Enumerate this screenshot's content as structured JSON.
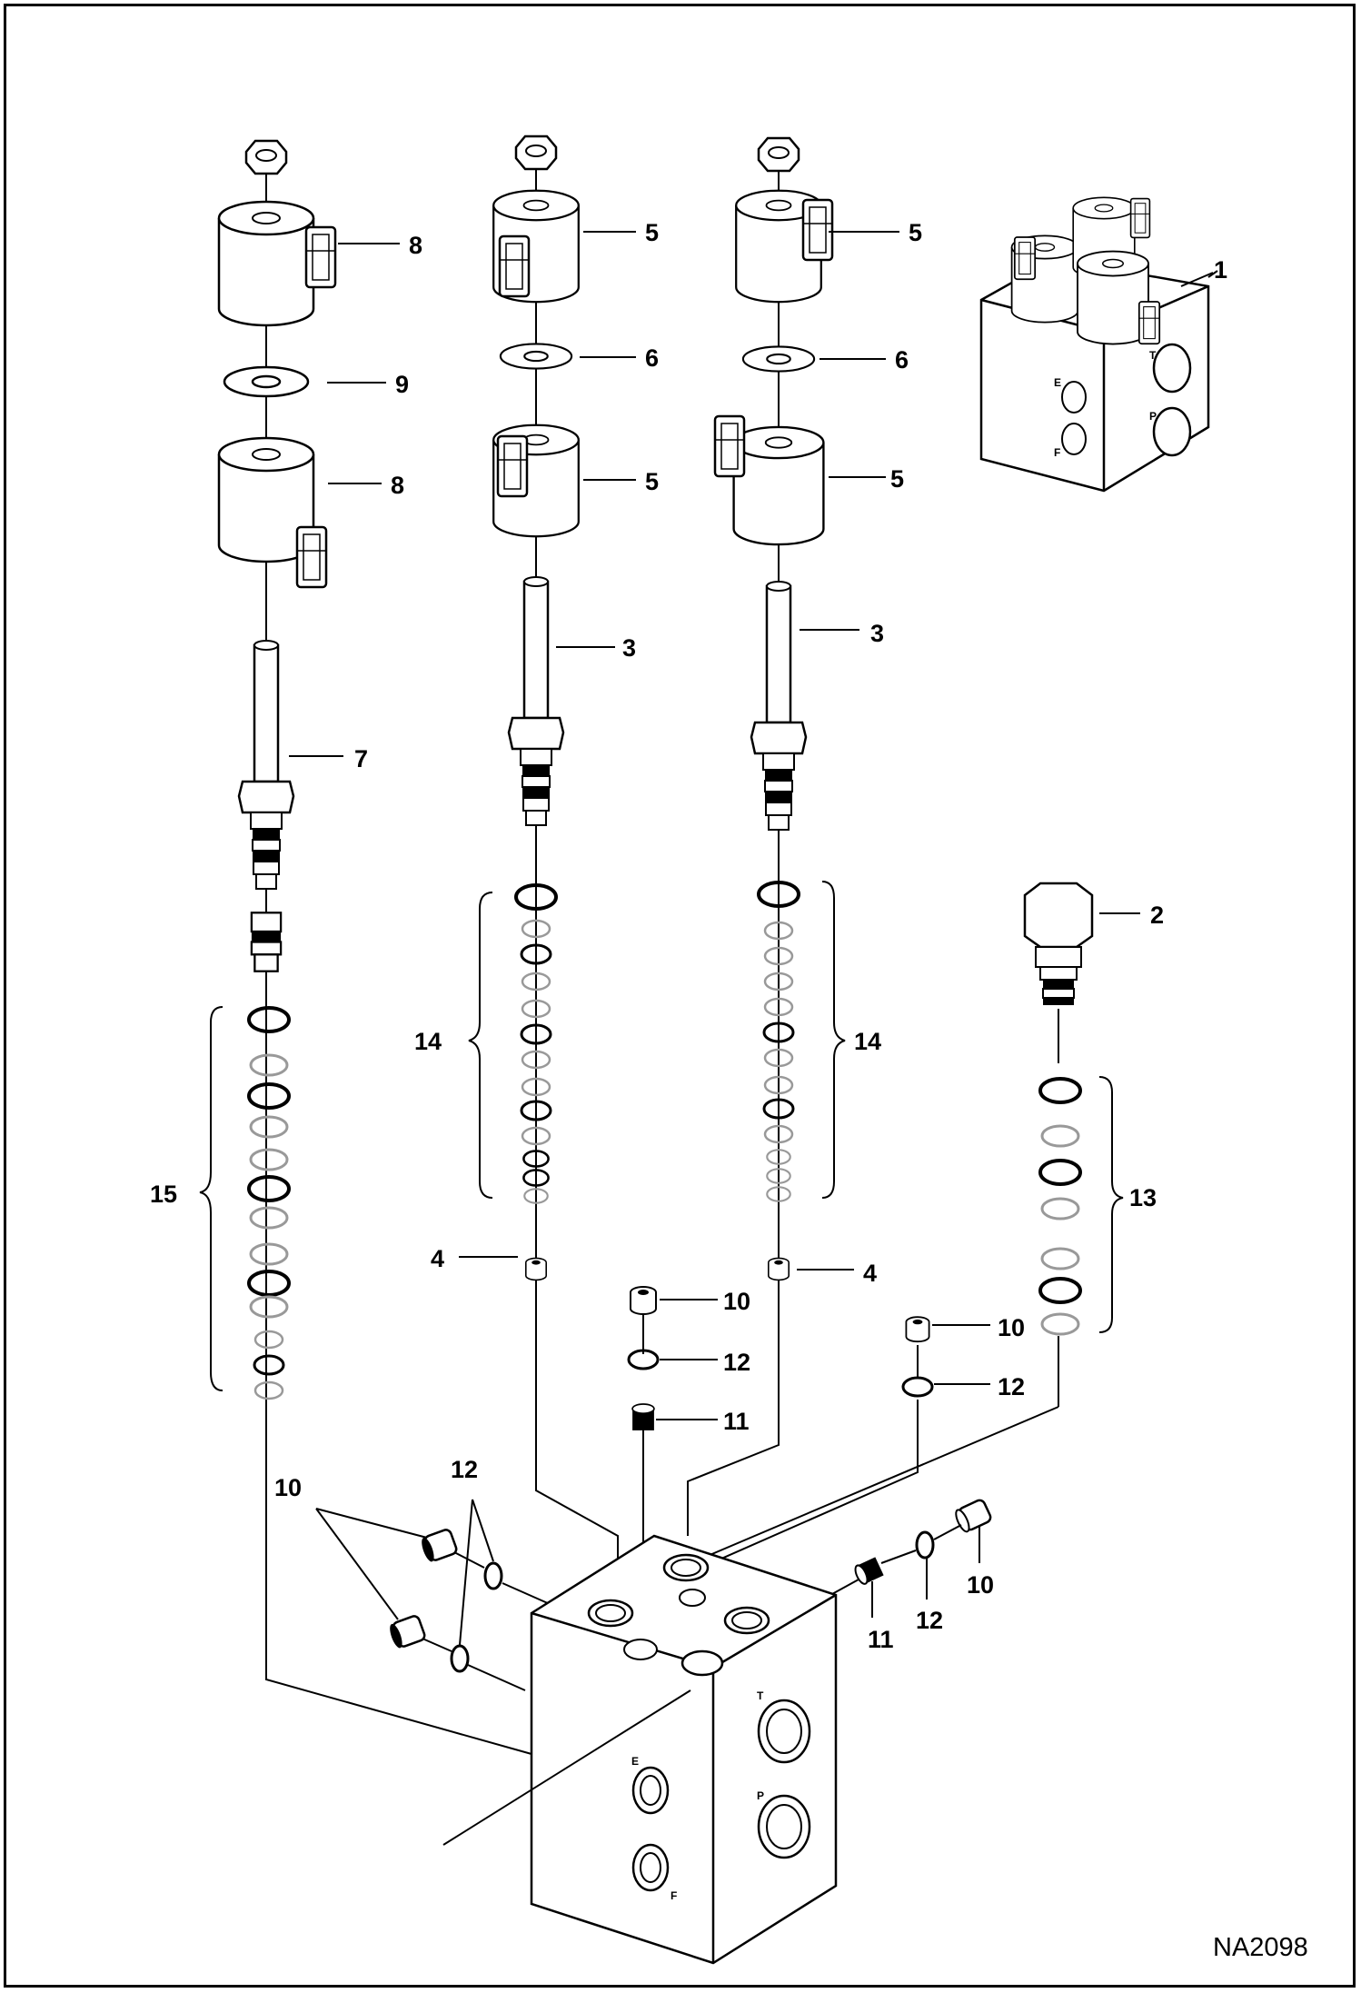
{
  "drawing_code": "NA2098",
  "callouts": [
    "1",
    "2",
    "3",
    "3",
    "4",
    "4",
    "5",
    "5",
    "5",
    "5",
    "6",
    "6",
    "7",
    "8",
    "8",
    "9",
    "10",
    "10",
    "10",
    "10",
    "11",
    "11",
    "12",
    "12",
    "12",
    "12",
    "13",
    "14",
    "14",
    "15"
  ],
  "port_markings": [
    "T",
    "E",
    "P",
    "F"
  ],
  "colors": {
    "line": "#000000",
    "background": "#ffffff",
    "seal_light": "#999999"
  }
}
